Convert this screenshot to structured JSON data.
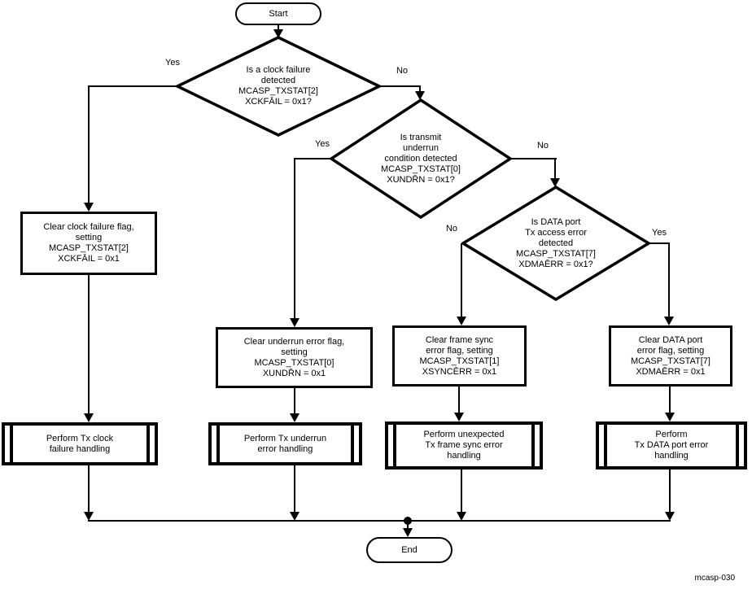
{
  "flowchart": {
    "caption": "mcasp-030",
    "nodes": {
      "start": {
        "type": "terminator",
        "label": "Start"
      },
      "decision_clock": {
        "type": "decision",
        "label": "Is a clock failure\ndetected\nMCASP_TXSTAT[2]\nXCKFĀIL = 0x1?"
      },
      "decision_underrun": {
        "type": "decision",
        "label": "Is transmit\nunderrun\ncondition detected\nMCASP_TXSTAT[0]\nXUNDR̄N = 0x1?"
      },
      "decision_dataport": {
        "type": "decision",
        "label": "Is DATA port\nTx access error\ndetected\nMCASP_TXSTAT[7]\nXDMAĒRR = 0x1?"
      },
      "clear_clock": {
        "type": "process",
        "label": "Clear clock failure flag,\nsetting\nMCASP_TXSTAT[2]\nXCKFĀIL = 0x1"
      },
      "clear_underrun": {
        "type": "process",
        "label": "Clear underrun error flag,\nsetting\nMCASP_TXSTAT[0]\nXUNDR̄N = 0x1"
      },
      "clear_framesync": {
        "type": "process",
        "label": "Clear frame sync\nerror flag, setting\nMCASP_TXSTAT[1]\nXSYNCĒRR = 0x1"
      },
      "clear_dataport": {
        "type": "process",
        "label": "Clear DATA port\nerror flag, setting\nMCASP_TXSTAT[7]\nXDMAĒRR = 0x1"
      },
      "perform_clock": {
        "type": "predefined-process",
        "label": "Perform Tx clock\nfailure handling"
      },
      "perform_underrun": {
        "type": "predefined-process",
        "label": "Perform Tx underrun\nerror handling"
      },
      "perform_framesync": {
        "type": "predefined-process",
        "label": "Perform unexpected\nTx frame sync error\nhandling"
      },
      "perform_dataport": {
        "type": "predefined-process",
        "label": "Perform\nTx DATA port error\nhandling"
      },
      "end": {
        "type": "terminator",
        "label": "End"
      }
    },
    "branch_labels": {
      "clock_yes": "Yes",
      "clock_no": "No",
      "underrun_yes": "Yes",
      "underrun_no": "No",
      "dataport_no": "No",
      "dataport_yes": "Yes"
    },
    "edges": [
      {
        "from": "start",
        "to": "decision_clock",
        "label": ""
      },
      {
        "from": "decision_clock",
        "to": "clear_clock",
        "label": "Yes"
      },
      {
        "from": "decision_clock",
        "to": "decision_underrun",
        "label": "No"
      },
      {
        "from": "decision_underrun",
        "to": "clear_underrun",
        "label": "Yes"
      },
      {
        "from": "decision_underrun",
        "to": "decision_dataport",
        "label": "No"
      },
      {
        "from": "decision_dataport",
        "to": "clear_framesync",
        "label": "No"
      },
      {
        "from": "decision_dataport",
        "to": "clear_dataport",
        "label": "Yes"
      },
      {
        "from": "clear_clock",
        "to": "perform_clock",
        "label": ""
      },
      {
        "from": "clear_underrun",
        "to": "perform_underrun",
        "label": ""
      },
      {
        "from": "clear_framesync",
        "to": "perform_framesync",
        "label": ""
      },
      {
        "from": "clear_dataport",
        "to": "perform_dataport",
        "label": ""
      },
      {
        "from": "perform_clock",
        "to": "end",
        "label": ""
      },
      {
        "from": "perform_underrun",
        "to": "end",
        "label": ""
      },
      {
        "from": "perform_framesync",
        "to": "end",
        "label": ""
      },
      {
        "from": "perform_dataport",
        "to": "end",
        "label": ""
      }
    ],
    "colors": {
      "line": "#000000",
      "fill": "#ffffff"
    }
  }
}
